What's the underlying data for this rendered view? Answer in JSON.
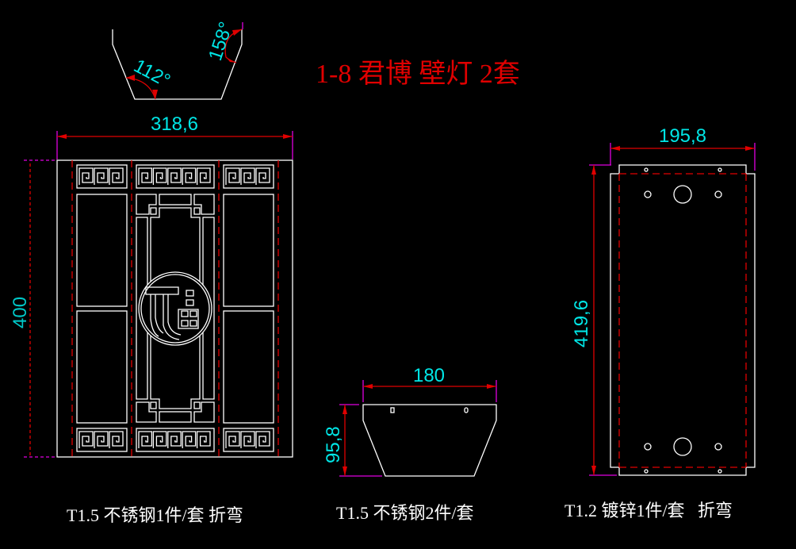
{
  "title": "1-8 君博 壁灯 2套",
  "bend_profile": {
    "angles": [
      "112°",
      "158°"
    ]
  },
  "front_panel": {
    "width_dim": "318,6",
    "height_dim": "400",
    "note": "T1.5 不锈钢1件/套 折弯"
  },
  "side_piece": {
    "width_dim": "180",
    "height_dim": "95,8",
    "note": "T1.5 不锈钢2件/套"
  },
  "back_plate": {
    "width_dim": "195,8",
    "height_dim": "419,6",
    "note": "T1.2 镀锌1件/套   折弯"
  },
  "colors": {
    "background": "#000000",
    "geometry": "#ffffff",
    "dimension_line": "#e00000",
    "dimension_text": "#00e6e6",
    "extension_line": "#e000e0",
    "title": "#e00000"
  }
}
